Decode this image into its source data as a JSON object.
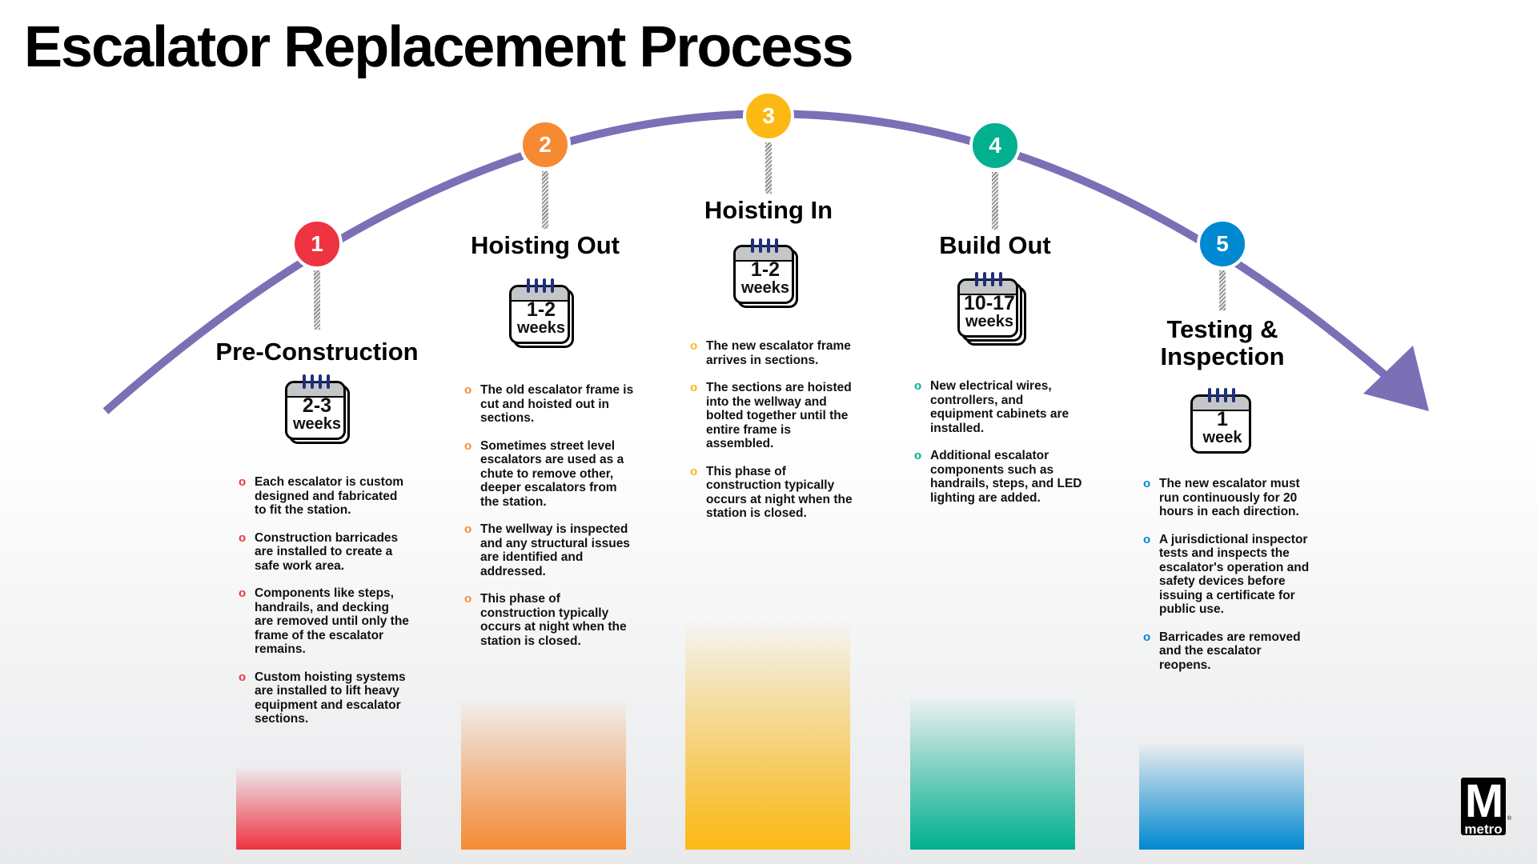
{
  "title": "Escalator Replacement Process",
  "arrow_color": "#7b6fb6",
  "steps": [
    {
      "number": "1",
      "name": "Pre-Construction",
      "color": "#ee3341",
      "duration_value": "2-3",
      "duration_unit": "weeks",
      "stack_pages": 1,
      "bullets": [
        "Each escalator is custom designed and fabricated to fit the station.",
        "Construction barricades are installed to create a safe work area.",
        "Components like steps, handrails, and decking are removed until only the frame of the escalator remains.",
        "Custom hoisting systems are installed to lift heavy equipment and escalator sections."
      ]
    },
    {
      "number": "2",
      "name": "Hoisting Out",
      "color": "#f58a33",
      "duration_value": "1-2",
      "duration_unit": "weeks",
      "stack_pages": 1,
      "bullets": [
        "The old escalator frame is cut and hoisted out in sections.",
        "Sometimes street level escalators are used as a chute to remove other, deeper escalators from the station.",
        "The wellway is inspected and any structural issues are identified and addressed.",
        "This phase of construction typically occurs at night when the station is closed."
      ]
    },
    {
      "number": "3",
      "name": "Hoisting In",
      "color": "#fdb913",
      "duration_value": "1-2",
      "duration_unit": "weeks",
      "stack_pages": 1,
      "bullets": [
        "The new escalator frame arrives in sections.",
        "The sections are hoisted into the wellway and bolted together until the entire frame is assembled.",
        "This phase of construction typically occurs at night when the station is closed."
      ]
    },
    {
      "number": "4",
      "name": "Build Out",
      "color": "#00b08f",
      "duration_value": "10-17",
      "duration_unit": "weeks",
      "stack_pages": 2,
      "bullets": [
        "New electrical wires, controllers, and equipment cabinets are installed.",
        "Additional escalator components such as handrails, steps, and LED lighting are added."
      ]
    },
    {
      "number": "5",
      "name": "Testing & Inspection",
      "color": "#0088d1",
      "duration_value": "1",
      "duration_unit": "week",
      "stack_pages": 0,
      "bullets": [
        "The new escalator must run continuously for 20 hours in each direction.",
        "A jurisdictional inspector tests and inspects the escalator's operation and safety devices before issuing a certificate for public use.",
        "Barricades are removed and the escalator reopens."
      ]
    }
  ],
  "logo": {
    "letter": "M",
    "text": "metro",
    "registered": "®"
  }
}
